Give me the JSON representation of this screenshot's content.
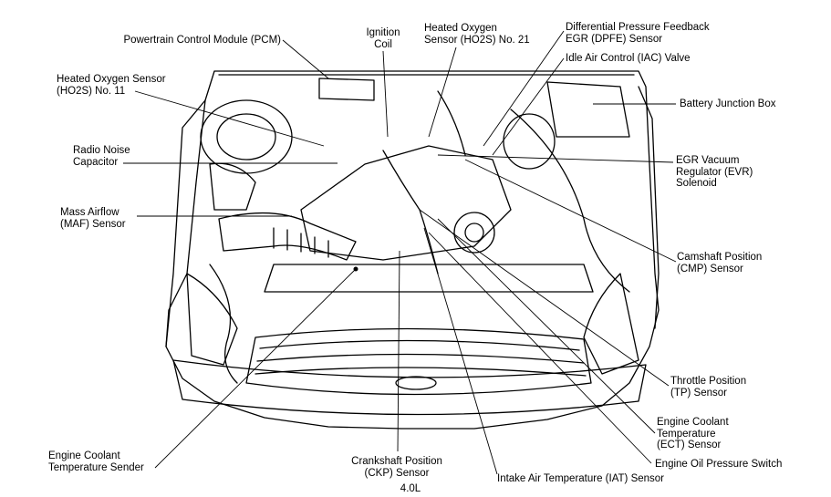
{
  "labels": {
    "pcm": [
      "Powertrain Control Module (PCM)"
    ],
    "ignition_coil": [
      "Ignition",
      "Coil"
    ],
    "ho2s_21": [
      "Heated Oxygen",
      "Sensor (HO2S) No. 21"
    ],
    "dpfe": [
      "Differential Pressure Feedback",
      "EGR (DPFE) Sensor"
    ],
    "iac": [
      "Idle Air Control (IAC) Valve"
    ],
    "ho2s_11": [
      "Heated Oxygen Sensor",
      "(HO2S) No. 11"
    ],
    "battery_junction": [
      "Battery Junction Box"
    ],
    "radio_noise": [
      "Radio Noise",
      "Capacitor"
    ],
    "evr": [
      "EGR Vacuum",
      "Regulator (EVR)",
      "Solenoid"
    ],
    "maf": [
      "Mass Airflow",
      "(MAF) Sensor"
    ],
    "cmp": [
      "Camshaft Position",
      "(CMP) Sensor"
    ],
    "tp": [
      "Throttle Position",
      "(TP) Sensor"
    ],
    "ect": [
      "Engine Coolant",
      "Temperature",
      "(ECT) Sensor"
    ],
    "ect_sender": [
      "Engine Coolant",
      "Temperature Sender"
    ],
    "ckp": [
      "Crankshaft Position",
      "(CKP) Sensor"
    ],
    "oil_pressure": [
      "Engine Oil Pressure Switch"
    ],
    "iat": [
      "Intake Air Temperature (IAT) Sensor"
    ],
    "engine": [
      "4.0L"
    ]
  }
}
